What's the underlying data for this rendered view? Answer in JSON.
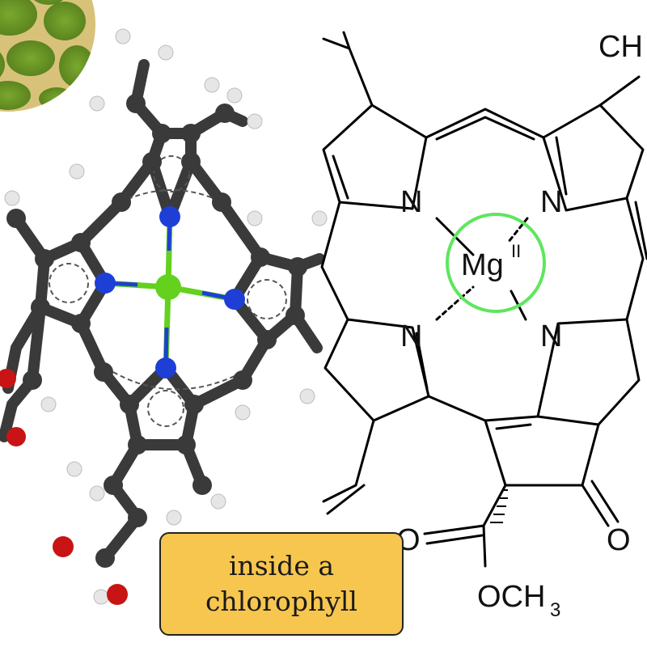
{
  "caption": {
    "line1": "inside a",
    "line2": "chlorophyll"
  },
  "structure": {
    "metal": "Mg",
    "oxidation": "II",
    "n_label": "N",
    "o_label": "O",
    "methyl_top": "CH",
    "methoxy": "OCH",
    "methoxy_sub": "3"
  },
  "colors": {
    "caption_bg": "#f6c64f",
    "metal_ring": "#5ee65e",
    "carbon": "#3a3a3a",
    "hydrogen": "#e6e6e6",
    "nitrogen": "#1e3fd6",
    "oxygen": "#c81414",
    "magnesium": "#63d11e",
    "cell_green": "#6b9a26"
  },
  "icons": [
    "chloroplast-cells-image",
    "ball-and-stick-molecule-model",
    "skeletal-formula"
  ]
}
